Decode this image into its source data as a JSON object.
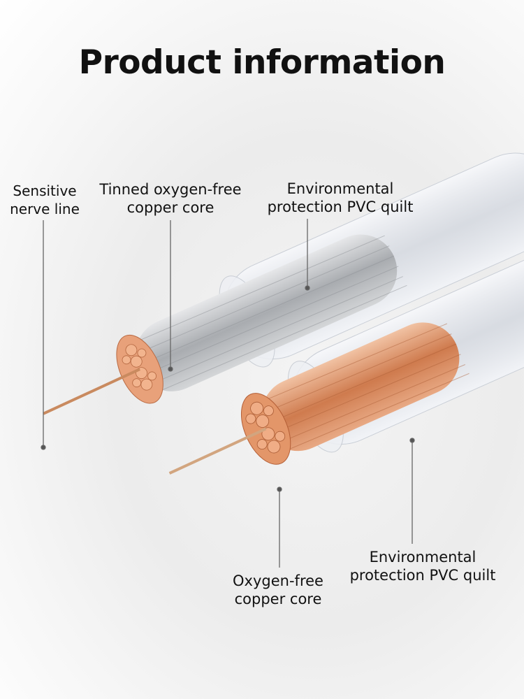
{
  "title": "Product information",
  "labels": {
    "sensitive_nerve_line": [
      "Sensitive",
      "nerve line"
    ],
    "tinned_oxygen_free_copper_core": [
      "Tinned oxygen-free",
      "copper core"
    ],
    "environmental_protection_pvc_quilt_top": [
      "Environmental",
      "protection PVC quilt"
    ],
    "oxygen_free_copper_core": [
      "Oxygen-free",
      "copper core"
    ],
    "environmental_protection_pvc_quilt_bottom": [
      "Environmental",
      "protection PVC quilt"
    ]
  },
  "colors": {
    "tinned_core": "#b9bcc0",
    "copper_core": "#d98d63",
    "pvc_jacket": "#dfe3ea",
    "leader_line": "#666666"
  },
  "icons": [
    "cable-cross-section-illustration"
  ]
}
